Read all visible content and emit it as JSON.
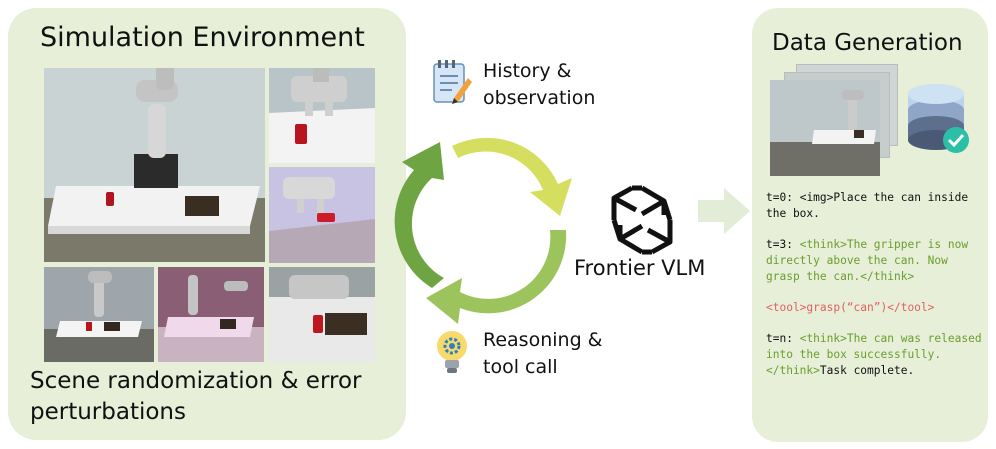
{
  "simulation": {
    "title": "Simulation Environment",
    "caption": "Scene randomization & error perturbations"
  },
  "pipeline": {
    "history_label": "History & observation",
    "reasoning_label": "Reasoning & tool call",
    "model_label": "Frontier VLM"
  },
  "data_generation": {
    "title": "Data Generation",
    "trace": [
      {
        "step": "t=0:",
        "text_parts": [
          {
            "style": "k",
            "text": "<img>Place the can inside the box."
          }
        ]
      },
      {
        "step": "t=3:",
        "text_parts": [
          {
            "style": "g",
            "text": "<think>The gripper is now directly above the can. Now grasp the can.</think>"
          }
        ]
      },
      {
        "step": "",
        "text_parts": [
          {
            "style": "r",
            "text": "<tool>grasp(“can”)</tool>"
          }
        ]
      },
      {
        "step": "t=n:",
        "text_parts": [
          {
            "style": "g",
            "text": "<think>The can was released into the box successfully. </think>"
          },
          {
            "style": "k",
            "text": "Task complete."
          }
        ]
      }
    ]
  },
  "colors": {
    "panel_bg": "#e7efd9",
    "arrow_dark": "#6fa443",
    "arrow_light": "#d5de5e",
    "arrow_mid": "#9cc35c",
    "think_text": "#6a9e2c",
    "tool_text": "#e06060"
  }
}
